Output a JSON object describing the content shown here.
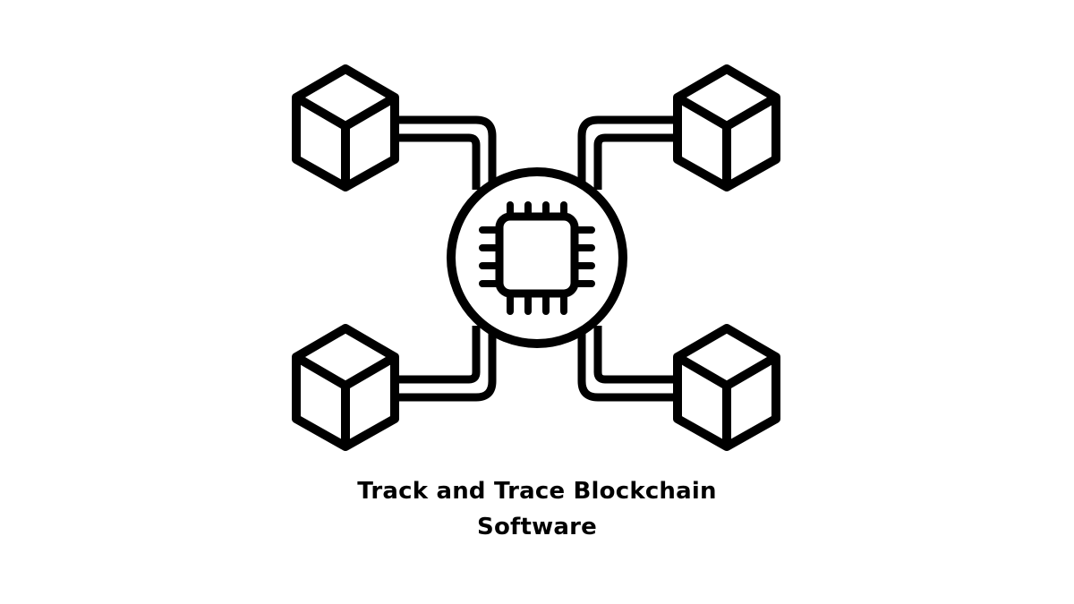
{
  "caption": {
    "line1": "Track and Trace Blockchain",
    "line2": "Software"
  },
  "diagram": {
    "central_node": {
      "icon": "cpu-chip-icon",
      "shape": "circle"
    },
    "nodes": [
      {
        "position": "top-left",
        "icon": "cube-icon"
      },
      {
        "position": "top-right",
        "icon": "cube-icon"
      },
      {
        "position": "bottom-left",
        "icon": "cube-icon"
      },
      {
        "position": "bottom-right",
        "icon": "cube-icon"
      }
    ],
    "connectors": "double-line-pipe",
    "stroke_color": "#000000",
    "background": "#ffffff"
  }
}
